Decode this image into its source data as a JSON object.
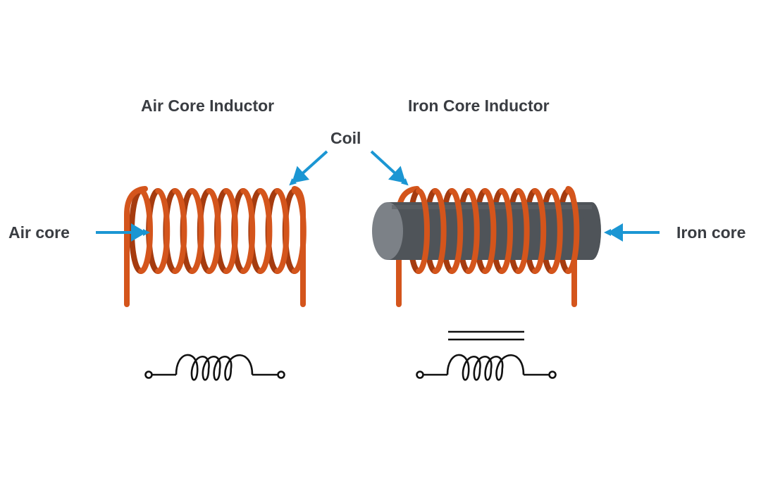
{
  "titles": {
    "air_core_inductor": "Air Core Inductor",
    "iron_core_inductor": "Iron Core Inductor"
  },
  "labels": {
    "coil": "Coil",
    "air_core": "Air core",
    "iron_core": "Iron core"
  },
  "colors": {
    "copper": "#d4551c",
    "copper_dark": "#a53b0f",
    "arrow": "#1b96d3",
    "core_body": "#4f5459",
    "core_face": "#7c8187",
    "text": "#3a3d42",
    "symbol": "#111111"
  },
  "air_coil_turns": 10,
  "iron_coil_turns": 10
}
